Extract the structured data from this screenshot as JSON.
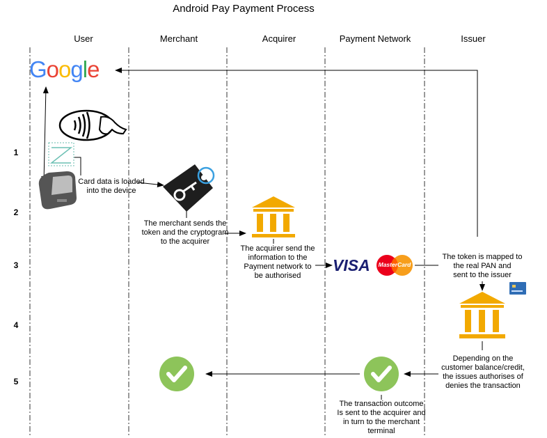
{
  "title": "Android Pay Payment Process",
  "lanes": [
    "User",
    "Merchant",
    "Acquirer",
    "Payment Network",
    "Issuer"
  ],
  "steps": [
    "1",
    "2",
    "3",
    "4",
    "5"
  ],
  "notes": {
    "card_loaded": [
      "Card data is loaded",
      "into the device"
    ],
    "merchant_sends": [
      "The merchant sends the",
      "token and the cryptogram",
      "to the acquirer"
    ],
    "acquirer_sends": [
      "The acquirer send the",
      "information to the",
      "Payment network to",
      "be authorised"
    ],
    "token_mapped": [
      "The token is mapped to",
      "the real PAN and",
      "sent to the issuer"
    ],
    "depending": [
      "Depending on the",
      "customer balance/credit,",
      "the issues authorises of",
      "denies the transaction"
    ],
    "outcome": [
      "The transaction outcome",
      "Is sent to the acquirer and",
      "in turn to the merchant",
      "terminal"
    ]
  },
  "logos": {
    "google": [
      "G",
      "o",
      "o",
      "g",
      "l",
      "e"
    ],
    "visa": "VISA",
    "mastercard": "MasterCard"
  },
  "colors": {
    "google_blue": "#4285F4",
    "google_red": "#EA4335",
    "google_yellow": "#FBBC05",
    "google_green": "#34A853",
    "bank_orange": "#F2A900",
    "check_green": "#8DC45A",
    "visa_blue": "#1A1F71",
    "mc_red": "#EB001B",
    "mc_orange": "#F79E1B"
  },
  "icons": [
    "google-logo",
    "contactless-icon",
    "nfc-pattern-icon",
    "phone-icon",
    "key-tag-icon",
    "bank-icon",
    "visa-logo",
    "mastercard-logo",
    "credit-card-icon",
    "check-icon"
  ]
}
